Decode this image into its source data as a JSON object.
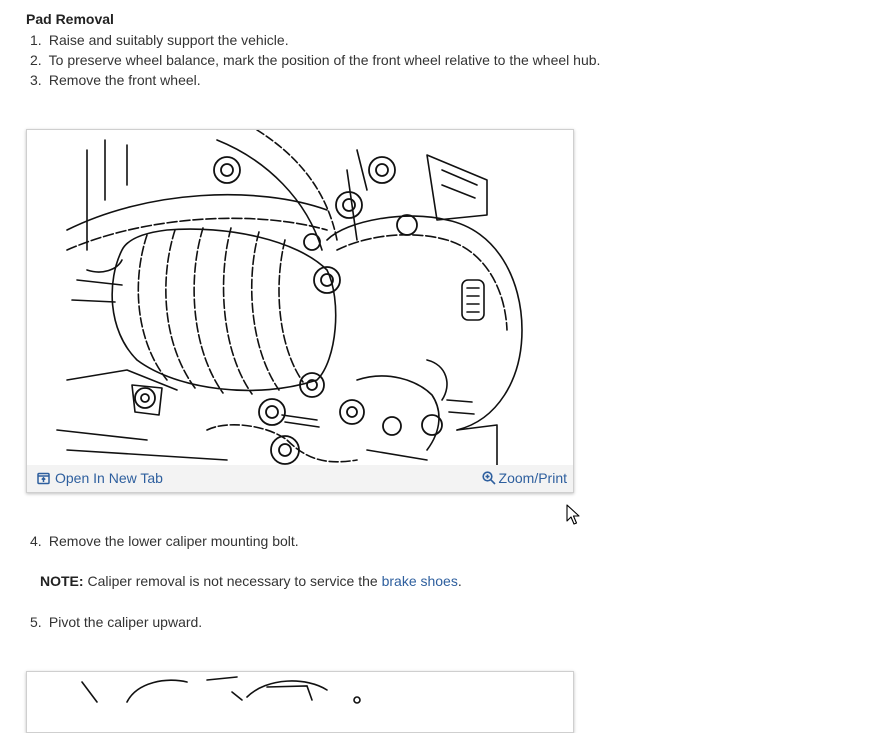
{
  "section": {
    "title": "Pad Removal"
  },
  "steps": [
    {
      "num": "1.",
      "text": "Raise and suitably support the vehicle."
    },
    {
      "num": "2.",
      "text": "To preserve wheel balance, mark the position of the front wheel relative to the wheel hub."
    },
    {
      "num": "3.",
      "text": "Remove the front wheel."
    },
    {
      "num": "4.",
      "text": "Remove the lower caliper mounting bolt."
    },
    {
      "num": "5.",
      "text": "Pivot the caliper upward."
    }
  ],
  "figure1": {
    "open_tab_label": "Open In New Tab",
    "zoom_label": "Zoom/Print",
    "open_tab_icon": "open-in-new-tab-icon",
    "zoom_icon": "zoom-in-icon"
  },
  "note": {
    "label": "NOTE:",
    "text": " Caliper removal is not necessary to service the ",
    "link_text": "brake shoes",
    "suffix": "."
  },
  "colors": {
    "link": "#2e5f9e",
    "text": "#333333",
    "toolbar_bg": "#f3f3f3"
  }
}
